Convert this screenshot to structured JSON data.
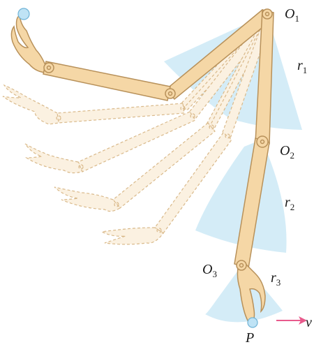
{
  "labels": {
    "o1": {
      "main": "O",
      "sub": "1"
    },
    "o2": {
      "main": "O",
      "sub": "2"
    },
    "o3": {
      "main": "O",
      "sub": "3"
    },
    "r1": {
      "main": "r",
      "sub": "1"
    },
    "r2": {
      "main": "r",
      "sub": "2"
    },
    "r3": {
      "main": "r",
      "sub": "3"
    },
    "p": "P",
    "v": "v"
  },
  "colors": {
    "arm_fill": "#f5d7a6",
    "arm_stroke": "#b8915a",
    "ghost_fill": "#fbf1e1",
    "ghost_stroke": "#d9b98a",
    "sector": "#d4ecf7",
    "endpoint": "#bfe3f5",
    "velocity_arrow": "#e85a8c"
  },
  "icons": {
    "joint": "pivot-joint-icon",
    "endpoint": "end-effector-icon",
    "velocity": "right-arrow-icon"
  }
}
